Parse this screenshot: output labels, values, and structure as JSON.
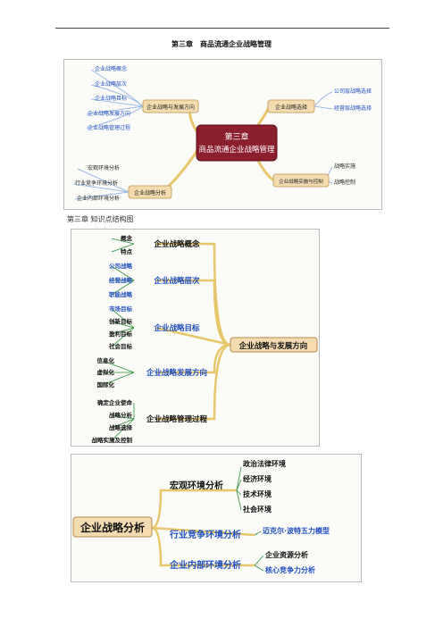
{
  "doc": {
    "title": "第三章　商品流通企业战略管理",
    "caption": "第三章  知识点结构图"
  },
  "map1": {
    "center_line1": "第三章",
    "center_line2": "商品流通企业战略管理",
    "branch_direction": "企业战略与发展方向",
    "direction_items": [
      "企业战略概念",
      "企业战略层次",
      "企业战略目标",
      "企业战略发展方向",
      "企业战略管理过程"
    ],
    "branch_choice": "企业战略选择",
    "choice_items": [
      "公司层战略选择",
      "经营层战略选择"
    ],
    "branch_analysis": "企业战略分析",
    "analysis_items": [
      "宏观环境分析",
      "行业竞争环境分析",
      "企业内部环境分析"
    ],
    "branch_implement": "企业战略实施与控制",
    "implement_items": [
      "战略实施",
      "战略控制"
    ]
  },
  "map2": {
    "root": "企业战略与发展方向",
    "groups": [
      {
        "label": "企业战略概念",
        "items": [
          "概念",
          "特点"
        ]
      },
      {
        "label": "企业战略层次",
        "items": [
          "公司战略",
          "经营战略",
          "职能战略"
        ]
      },
      {
        "label": "企业战略目标",
        "items": [
          "市场目标",
          "创新目标",
          "盈利目标",
          "社会目标"
        ]
      },
      {
        "label": "企业战略发展方向",
        "items": [
          "信息化",
          "虚拟化",
          "国际化"
        ]
      },
      {
        "label": "企业战略管理过程",
        "items": [
          "确定企业使命",
          "战略分析",
          "战略选择",
          "战略实施及控制"
        ]
      }
    ]
  },
  "map3": {
    "root": "企业战略分析",
    "groups": [
      {
        "label": "宏观环境分析",
        "items": [
          "政治法律环境",
          "经济环境",
          "技术环境",
          "社会环境"
        ]
      },
      {
        "label": "行业竞争环境分析",
        "items": [
          "迈克尔·波特五力模型"
        ]
      },
      {
        "label": "企业内部环境分析",
        "items": [
          "企业资源分析",
          "核心竞争力分析"
        ]
      }
    ]
  },
  "colors": {
    "center_fill": "#8c1f2e",
    "branch_fill": "#f4dcb0",
    "blue_text": "#1f4fbf",
    "connector": "#e8c66a",
    "leaf_underline": "#2f8f3a"
  }
}
